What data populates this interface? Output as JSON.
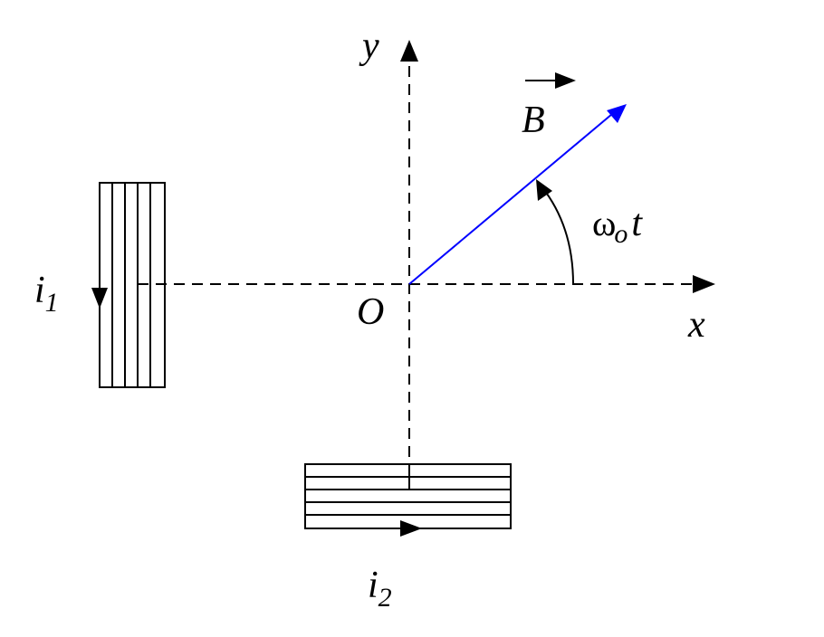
{
  "labels": {
    "axis_y": "y",
    "axis_x": "x",
    "origin": "O",
    "field": "B",
    "omega": "ω",
    "omega_sub": "o",
    "time": "t",
    "current1": "i",
    "current1_sub": "1",
    "current2": "i",
    "current2_sub": "2"
  },
  "colors": {
    "field_vector": "#0000ff",
    "lines": "#000000"
  }
}
